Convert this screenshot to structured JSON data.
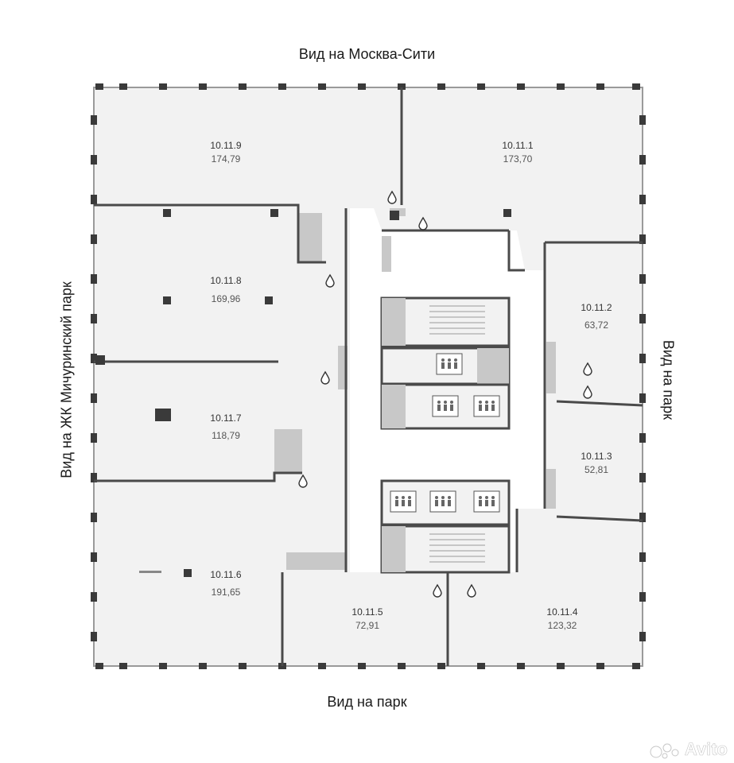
{
  "views": {
    "top": "Вид на Москва-Сити",
    "bottom": "Вид на парк",
    "left": "Вид на ЖК Мичуринский парк",
    "right": "Вид на парк"
  },
  "units": [
    {
      "id": "10.11.9",
      "area": "174,79"
    },
    {
      "id": "10.11.1",
      "area": "173,70"
    },
    {
      "id": "10.11.8",
      "area": "169,96"
    },
    {
      "id": "10.11.2",
      "area": "63,72"
    },
    {
      "id": "10.11.7",
      "area": "118,79"
    },
    {
      "id": "10.11.3",
      "area": "52,81"
    },
    {
      "id": "10.11.6",
      "area": "191,65"
    },
    {
      "id": "10.11.5",
      "area": "72,91"
    },
    {
      "id": "10.11.4",
      "area": "123,32"
    }
  ],
  "icons": {
    "water": "water-drop-icon",
    "elevator": "elevator-icon",
    "stairs": "stairs-icon"
  },
  "colors": {
    "floor": "#f2f2f2",
    "wall": "#4a4a4a",
    "service": "#c8c8c8",
    "corridor": "#ffffff"
  },
  "watermark": {
    "text": "Avito"
  }
}
